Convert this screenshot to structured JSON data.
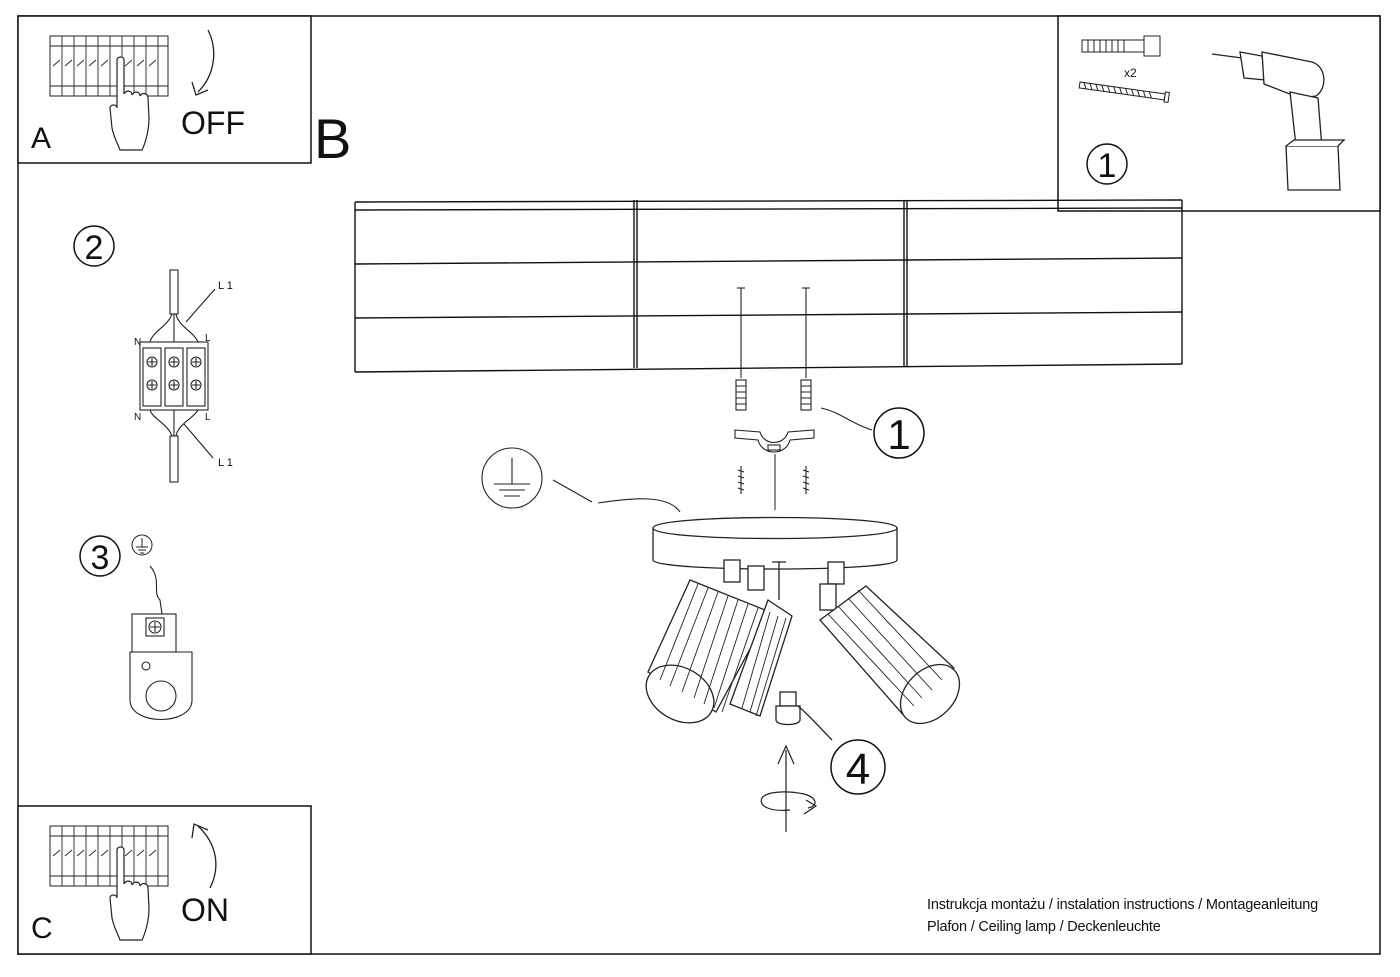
{
  "panels": {
    "a": {
      "letter": "A",
      "word": "OFF"
    },
    "b": {
      "letter": "B"
    },
    "c": {
      "letter": "C",
      "word": "ON"
    },
    "tools": {
      "step": "1",
      "qty": "x2"
    }
  },
  "wiring": {
    "step": "2",
    "live_top": "L 1",
    "live_bottom": "L 1",
    "n_top": "N",
    "n_bottom": "N",
    "l_top": "L",
    "l_bottom": "L"
  },
  "earth": {
    "step": "3"
  },
  "steps": {
    "mount": "1",
    "screw": "4"
  },
  "icons": [
    "earth-symbol-icon",
    "drill-icon",
    "wall-plug-icon",
    "screw-icon",
    "fuse-box-icon",
    "hand-icon",
    "rotate-arrow-icon"
  ],
  "footer": {
    "line1": "Instrukcja montażu / instalation instructions / Montageanleitung",
    "line2": "Plafon / Ceiling lamp / Deckenleuchte"
  }
}
